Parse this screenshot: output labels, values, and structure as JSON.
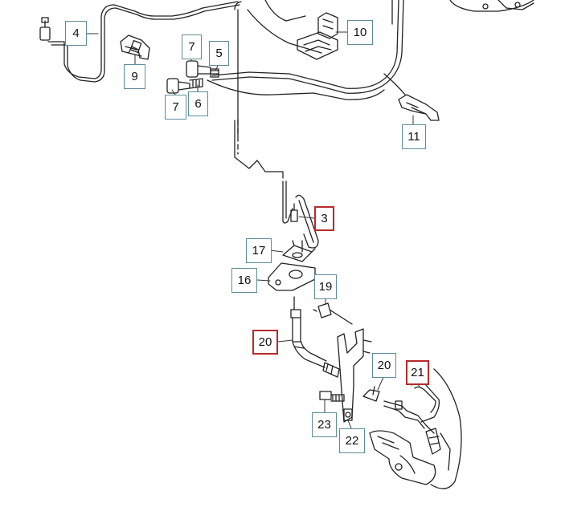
{
  "callouts": [
    {
      "id": "c3",
      "label": "3",
      "highlight": true
    },
    {
      "id": "c4",
      "label": "4",
      "highlight": false
    },
    {
      "id": "c5",
      "label": "5",
      "highlight": false
    },
    {
      "id": "c6",
      "label": "6",
      "highlight": false
    },
    {
      "id": "c7a",
      "label": "7",
      "highlight": false
    },
    {
      "id": "c7b",
      "label": "7",
      "highlight": false
    },
    {
      "id": "c9",
      "label": "9",
      "highlight": false
    },
    {
      "id": "c10",
      "label": "10",
      "highlight": false
    },
    {
      "id": "c11",
      "label": "11",
      "highlight": false
    },
    {
      "id": "c16",
      "label": "16",
      "highlight": false
    },
    {
      "id": "c17",
      "label": "17",
      "highlight": false
    },
    {
      "id": "c19",
      "label": "19",
      "highlight": true
    },
    {
      "id": "c20a",
      "label": "20",
      "highlight": false
    },
    {
      "id": "c20b",
      "label": "20",
      "highlight": false
    },
    {
      "id": "c21",
      "label": "21",
      "highlight": true
    },
    {
      "id": "c22",
      "label": "22",
      "highlight": false
    },
    {
      "id": "c23",
      "label": "23",
      "highlight": false
    }
  ],
  "colors": {
    "callout_border": "#5f8c99",
    "highlight_border": "#b52b2b",
    "line": "#222222"
  }
}
